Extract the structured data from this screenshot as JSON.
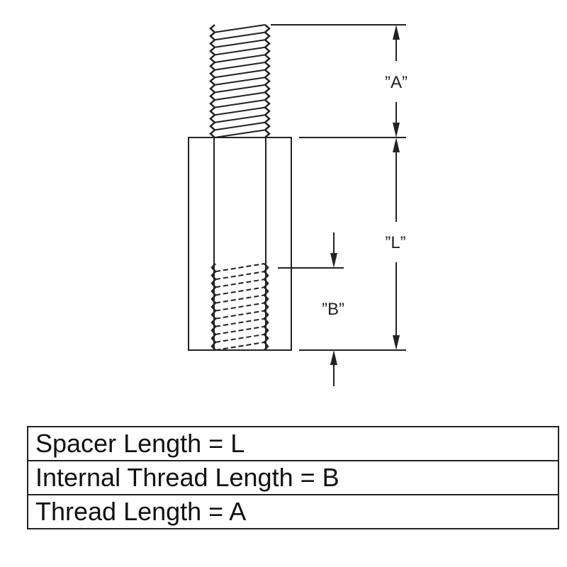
{
  "diagram": {
    "labels": {
      "a": "”A”",
      "l": "”L”",
      "b": "”B”"
    },
    "line_color": "#222222"
  },
  "legend_table": {
    "rows": [
      {
        "text": "Spacer Length = L"
      },
      {
        "text": "Internal Thread Length = B"
      },
      {
        "text": "Thread Length = A"
      }
    ]
  }
}
